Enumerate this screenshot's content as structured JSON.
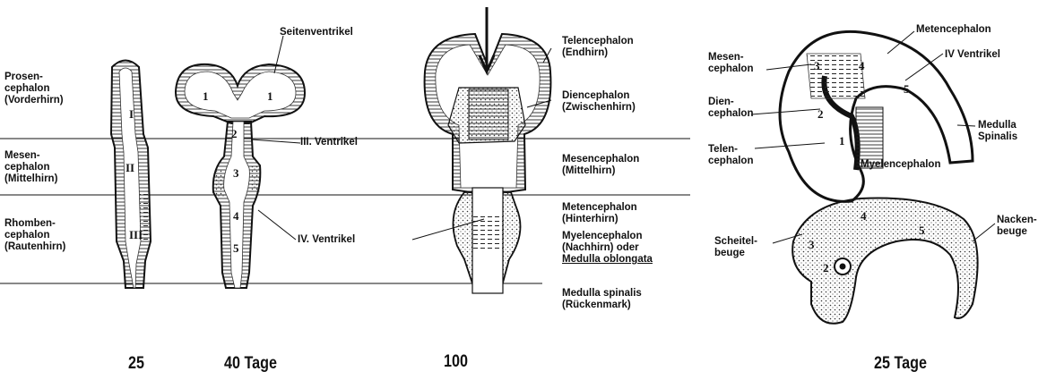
{
  "left_labels": {
    "prosencephalon": [
      "Prosen-",
      "cephalon",
      "(Vorderhirn)"
    ],
    "mesencephalon": [
      "Mesen-",
      "cephalon",
      "(Mittelhirn)"
    ],
    "rhombencephalon": [
      "Rhomben-",
      "cephalon",
      "(Rautenhirn)"
    ]
  },
  "middle_labels": {
    "seitenventrikel": "Seitenventrikel",
    "iii_ventrikel": "III. Ventrikel",
    "iv_ventrikel": "IV. Ventrikel"
  },
  "right_labels": {
    "telencephalon": [
      "Telencephalon",
      "(Endhirn)"
    ],
    "diencephalon": [
      "Diencephalon",
      "(Zwischenhirn)"
    ],
    "mesencephalon": [
      "Mesencephalon",
      "(Mittelhirn)"
    ],
    "metencephalon": [
      "Metencephalon",
      "(Hinterhirn)"
    ],
    "myelencephalon": [
      "Myelencephalon",
      "(Nachhirn) oder",
      "Medulla oblongata"
    ],
    "medulla_spinalis": [
      "Medulla spinalis",
      "(Rückenmark)"
    ]
  },
  "side_view_labels": {
    "metencephalon": "Metencephalon",
    "iv_ventrikel": "IV Ventrikel",
    "mesencephalon": [
      "Mesen-",
      "cephalon"
    ],
    "diencephalon": [
      "Dien-",
      "cephalon"
    ],
    "telencephalon": [
      "Telen-",
      "cephalon"
    ],
    "medulla_spinalis": [
      "Medulla",
      "Spinalis"
    ],
    "myelencephalon": "Myelencephalon",
    "scheitelbeuge": [
      "Scheitel-",
      "beuge"
    ],
    "nackenbeuge": [
      "Nacken-",
      "beuge"
    ]
  },
  "region_numbers": {
    "roman": [
      "I",
      "II",
      "III"
    ],
    "arabic": [
      "1",
      "2",
      "3",
      "4",
      "5"
    ]
  },
  "ages": {
    "stage1": "25",
    "stage2": "40 Tage",
    "stage3": "100",
    "stage4": "25 Tage"
  }
}
